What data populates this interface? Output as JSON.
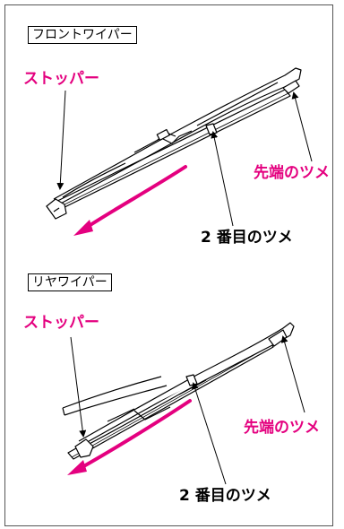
{
  "colors": {
    "accent": "#e4007f",
    "line": "#000000"
  },
  "front": {
    "section_label": "フロントワイパー",
    "stopper_label": "ストッパー",
    "tip_claw_label": "先端のツメ",
    "second_claw_label": "2 番目のツメ",
    "direction_arrow": "magenta-arrow"
  },
  "rear": {
    "section_label": "リヤワイパー",
    "stopper_label": "ストッパー",
    "tip_claw_label": "先端のツメ",
    "second_claw_label": "2 番目のツメ",
    "direction_arrow": "magenta-arrow"
  }
}
